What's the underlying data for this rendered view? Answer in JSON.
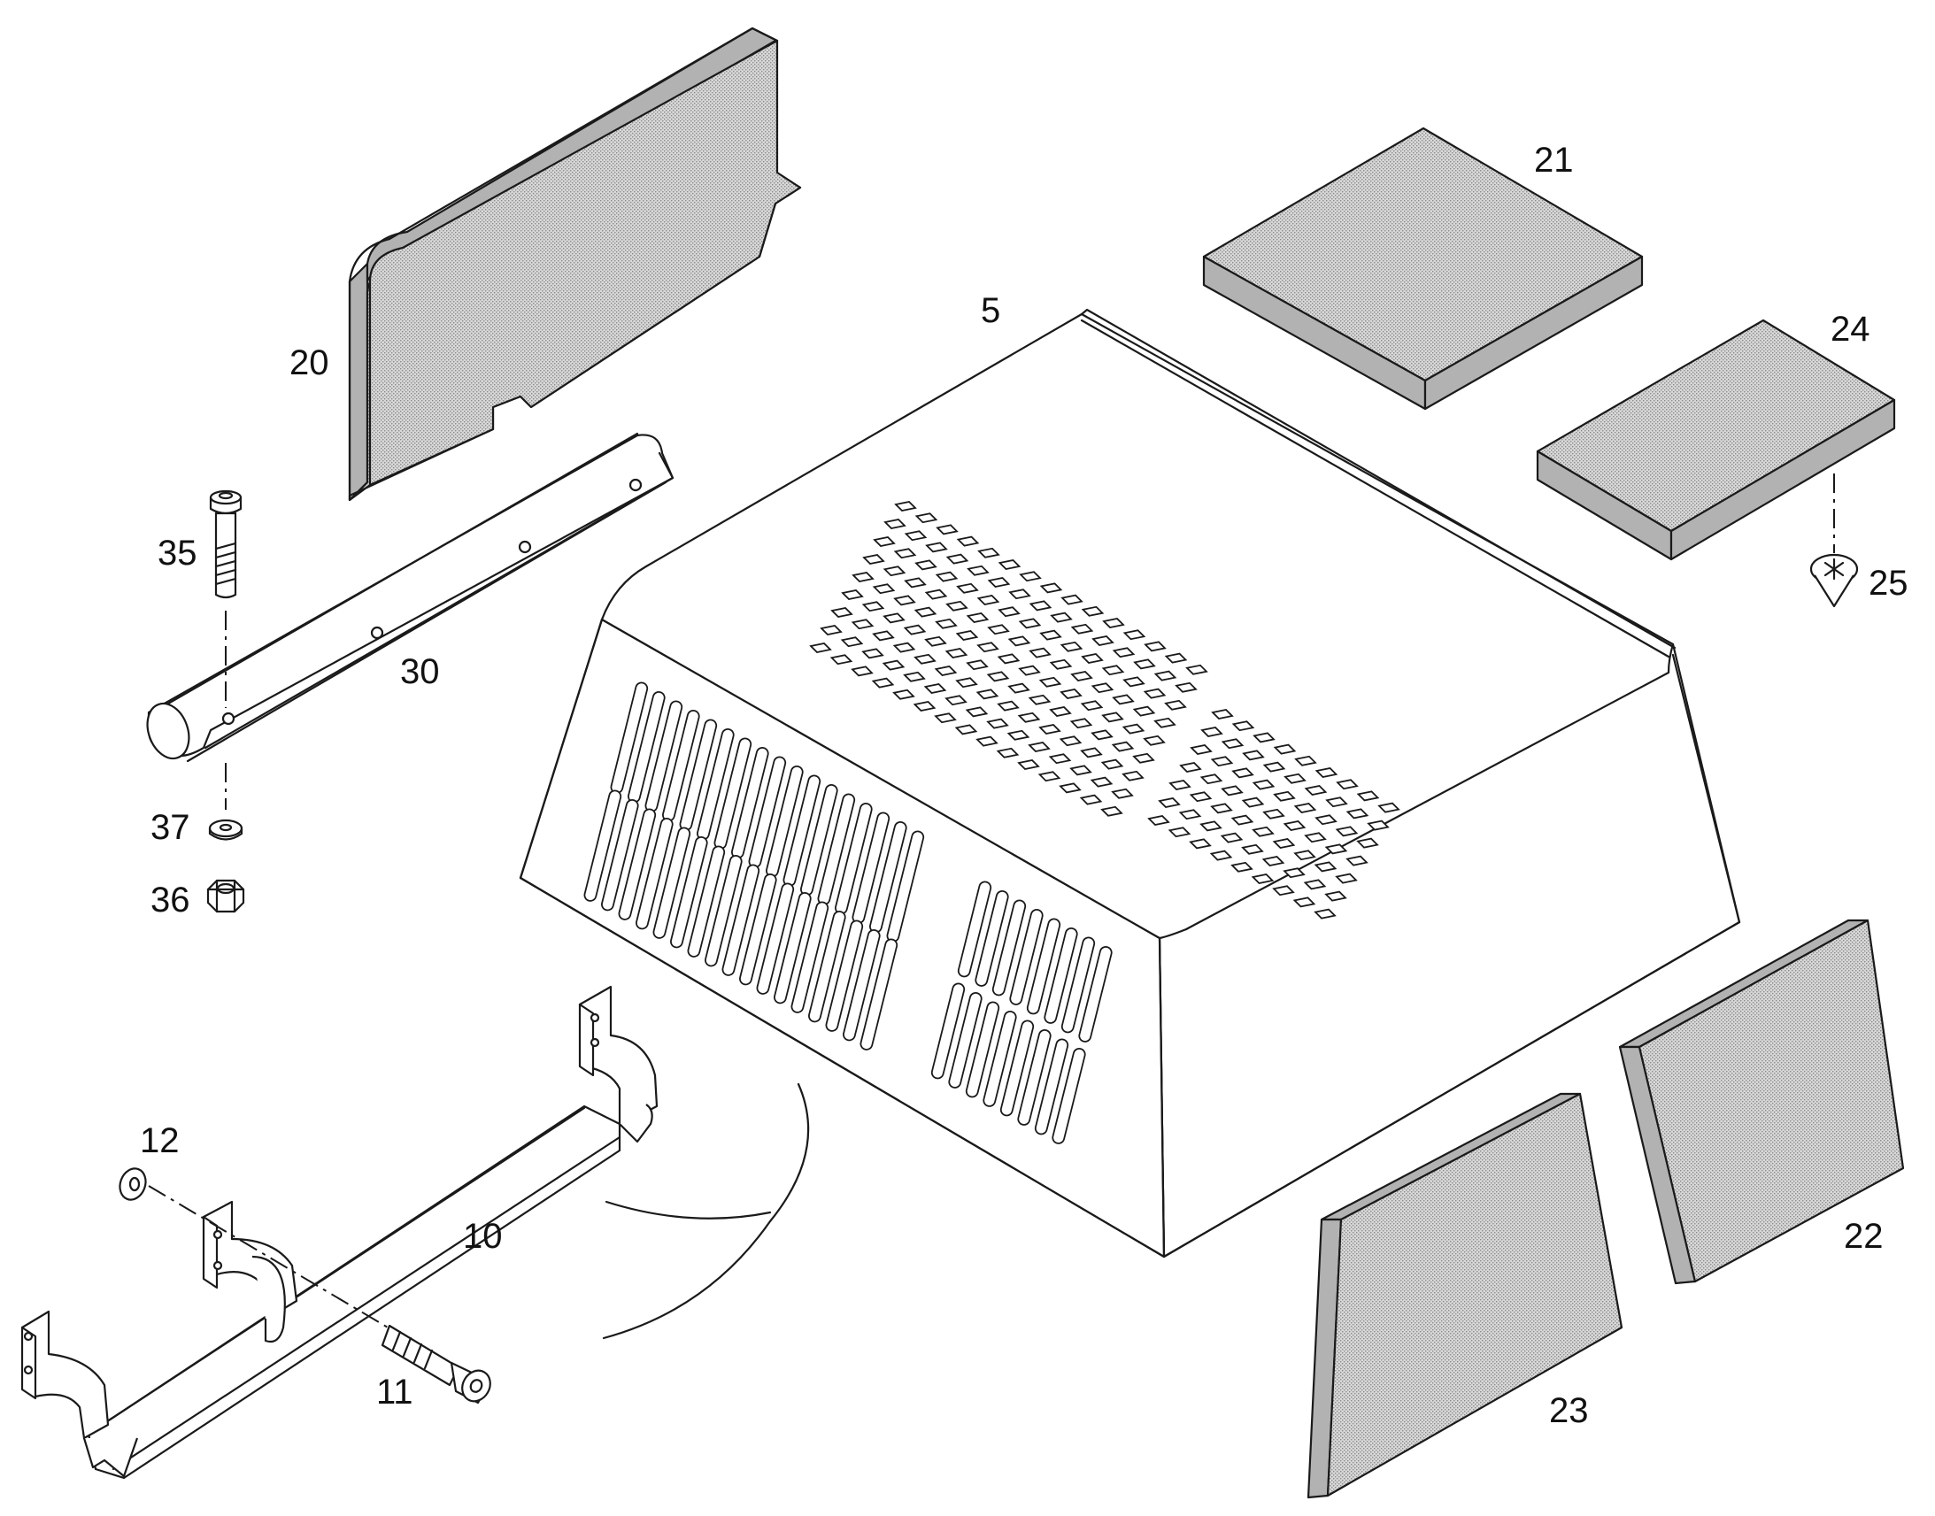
{
  "callouts": {
    "c5": "5",
    "c10": "10",
    "c11": "11",
    "c12": "12",
    "c20": "20",
    "c21": "21",
    "c22": "22",
    "c23": "23",
    "c24": "24",
    "c25": "25",
    "c30": "30",
    "c35": "35",
    "c36": "36",
    "c37": "37"
  }
}
